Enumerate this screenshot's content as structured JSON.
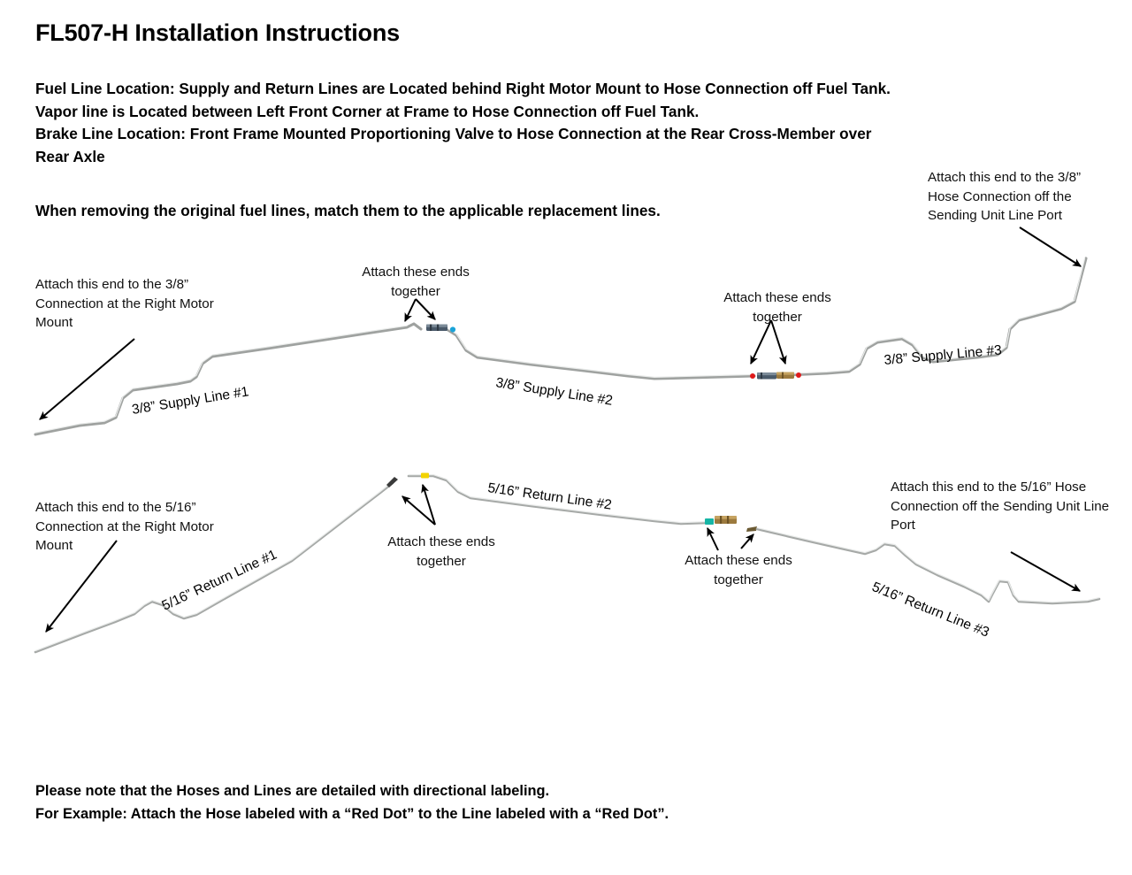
{
  "document": {
    "title": "FL507-H Installation Instructions",
    "intro_lines": [
      "Fuel Line Location:  Supply and Return Lines are Located behind Right Motor Mount to Hose Connection off Fuel Tank.",
      "Vapor line is Located between Left Front Corner at Frame to Hose Connection off Fuel Tank.",
      "Brake Line Location: Front Frame Mounted Proportioning Valve to Hose Connection at the Rear Cross-Member over",
      "Rear Axle"
    ],
    "match_note": "When removing the original fuel lines, match them to the applicable replacement lines.",
    "footer_lines": [
      "Please note that the Hoses and Lines are detailed with directional labeling.",
      "For Example: Attach the Hose labeled with a “Red Dot” to the Line labeled with a “Red Dot”."
    ]
  },
  "callouts": {
    "supply_left": "Attach this end to the 3/8” Connection at the Right Motor Mount",
    "supply_mid": "Attach these ends together",
    "supply_right_mid": "Attach these ends together",
    "supply_right_end": "Attach this end to the 3/8” Hose Connection off the Sending Unit Line Port",
    "return_left": "Attach this end to the 5/16” Connection at the Right Motor Mount",
    "return_mid": "Attach these ends together",
    "return_right_mid": "Attach these ends together",
    "return_right_end": "Attach this end to the 5/16” Hose Connection off the Sending Unit Line Port"
  },
  "line_labels": {
    "supply_1": "3/8” Supply Line #1",
    "supply_2": "3/8” Supply Line #2",
    "supply_3": "3/8” Supply Line #3",
    "return_1": "5/16” Return Line #1",
    "return_2": "5/16” Return Line #2",
    "return_3": "5/16” Return Line #3"
  },
  "dot_markers": {
    "supply_1_2": "blue",
    "supply_2_3": "red",
    "return_1_2": "yellow",
    "return_2_3": "teal"
  },
  "colors": {
    "tube": "#9fa2a0",
    "tube_highlight": "#e9ebea",
    "text": "#000000",
    "red_dot": "#e01b1b",
    "blue_dot": "#1aa3d8",
    "yellow_dot": "#f2d300",
    "teal_dot": "#16b5a5",
    "fitting_brass": "#9c7a3e",
    "fitting_steel": "#4a5a6a",
    "background": "#ffffff"
  }
}
